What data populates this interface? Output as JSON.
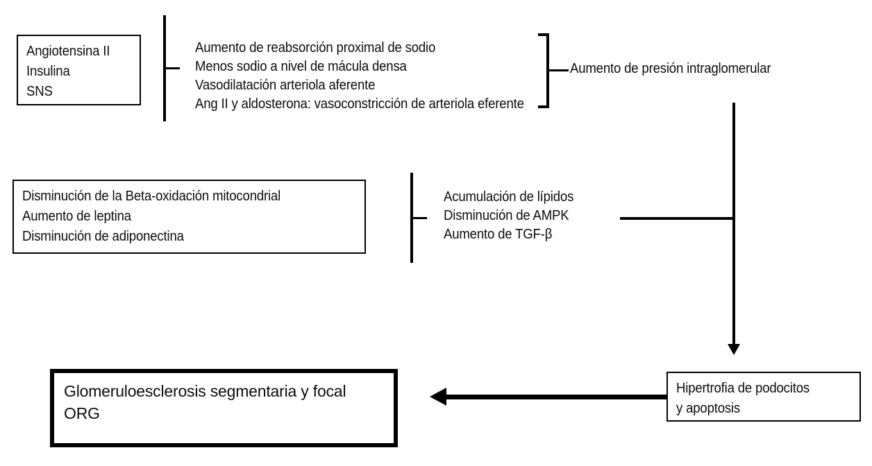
{
  "diagram": {
    "title_text_color": "#0d0d0d",
    "line_color": "#000000",
    "background": "#ffffff",
    "boxes": {
      "hormonal_factors": {
        "lines": [
          "Angiotensina II",
          "Insulina",
          "SNS"
        ]
      },
      "lipid_factors": {
        "lines": [
          "Disminución de la Beta-oxidación mitocondrial",
          "Aumento de leptina",
          "Disminución de adiponectina"
        ]
      },
      "outcome": {
        "lines": [
          "Glomeruloesclerosis segmentaria y focal",
          "ORG"
        ]
      },
      "podocyte": {
        "lines": [
          "Hipertrofia de podocitos",
          "y apoptosis"
        ]
      }
    },
    "lists": {
      "hemodynamic_effects": {
        "lines": [
          "Aumento de reabsorción proximal de sodio",
          "Menos sodio a nivel de mácula densa",
          "Vasodilatación arteriola aferente",
          "Ang II y aldosterona: vasoconstricción de arteriola eferente"
        ]
      },
      "lipid_effects": {
        "lines": [
          "Acumulación de lípidos",
          "Disminución  de AMPK",
          "Aumento de TGF-β"
        ]
      }
    },
    "labels": {
      "intraglomerular_pressure": "Aumento de presión intraglomerular"
    }
  }
}
